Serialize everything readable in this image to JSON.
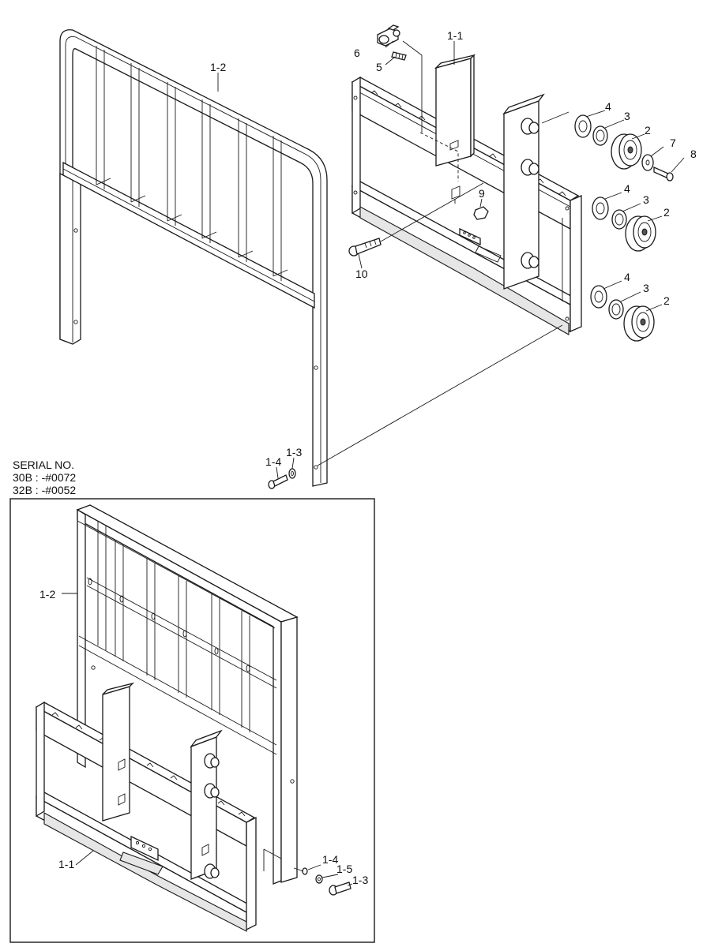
{
  "serial_note": {
    "line1": "SERIAL NO.",
    "line2": "30B : -#0072",
    "line3": "32B : -#0052"
  },
  "callouts": {
    "main": {
      "c1_1": "1-1",
      "c1_2": "1-2",
      "c1_3": "1-3",
      "c1_4": "1-4",
      "c2_a": "2",
      "c2_b": "2",
      "c2_c": "2",
      "c3_a": "3",
      "c3_b": "3",
      "c3_c": "3",
      "c4_a": "4",
      "c4_b": "4",
      "c4_c": "4",
      "c5": "5",
      "c6": "6",
      "c7": "7",
      "c8": "8",
      "c9": "9",
      "c10": "10"
    },
    "inset": {
      "c1_1": "1-1",
      "c1_2": "1-2",
      "c1_3": "1-3",
      "c1_4": "1-4",
      "c1_5": "1-5"
    }
  }
}
